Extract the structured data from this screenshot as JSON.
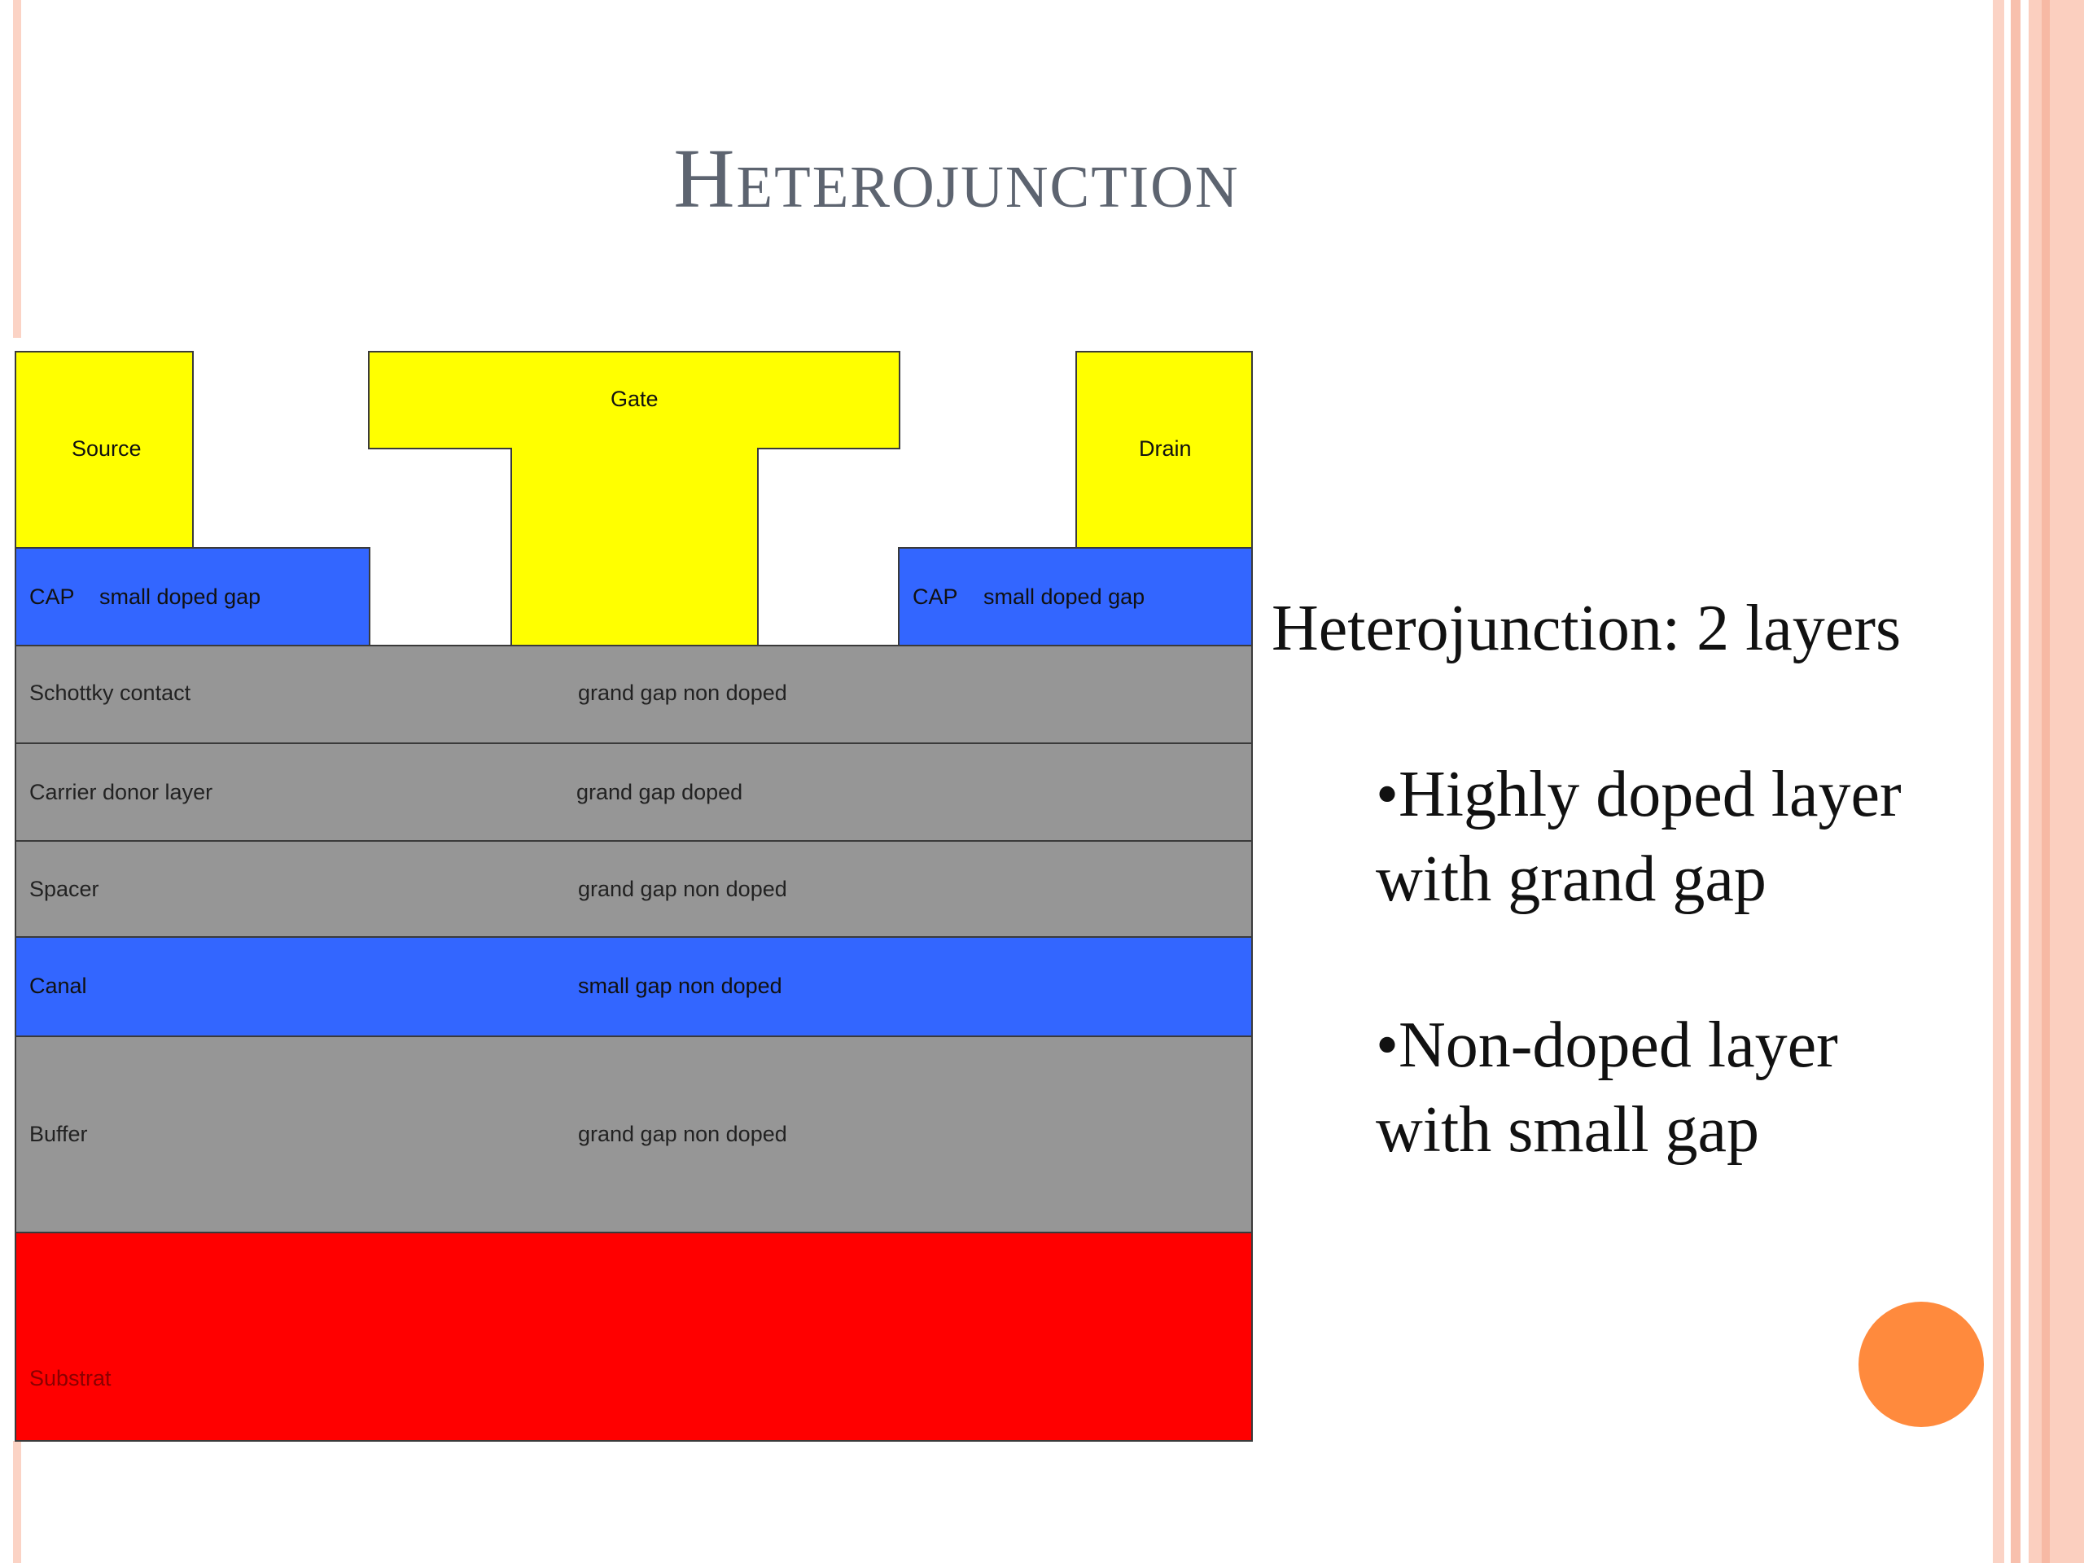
{
  "title": "Heterojunction",
  "diagram": {
    "source_label": "Source",
    "gate_label": "Gate",
    "drain_label": "Drain",
    "cap_left": {
      "name": "CAP",
      "desc": "small doped gap"
    },
    "cap_right": {
      "name": "CAP",
      "desc": "small doped gap"
    },
    "layers": [
      {
        "name": "Schottky contact",
        "desc": "grand gap non doped"
      },
      {
        "name": "Carrier donor layer",
        "desc": "grand gap doped"
      },
      {
        "name": "Spacer",
        "desc": "grand gap non doped"
      },
      {
        "name": "Canal",
        "desc": "small gap non doped"
      },
      {
        "name": "Buffer",
        "desc": "grand gap non doped"
      },
      {
        "name": "Substrat",
        "desc": ""
      }
    ]
  },
  "text": {
    "heading": "Heterojunction: 2 layers",
    "bullet1_line1": "•Highly doped layer",
    "bullet1_line2": "with grand gap",
    "bullet2_line1": "•Non-doped layer",
    "bullet2_line2": "with small gap"
  },
  "colors": {
    "metal": "#ffff00",
    "small_gap": "#3366ff",
    "grand_gap": "#969696",
    "substrate": "#ff0000",
    "accent_dot": "#ff8a3d",
    "stripe": "#f9c9b8"
  }
}
